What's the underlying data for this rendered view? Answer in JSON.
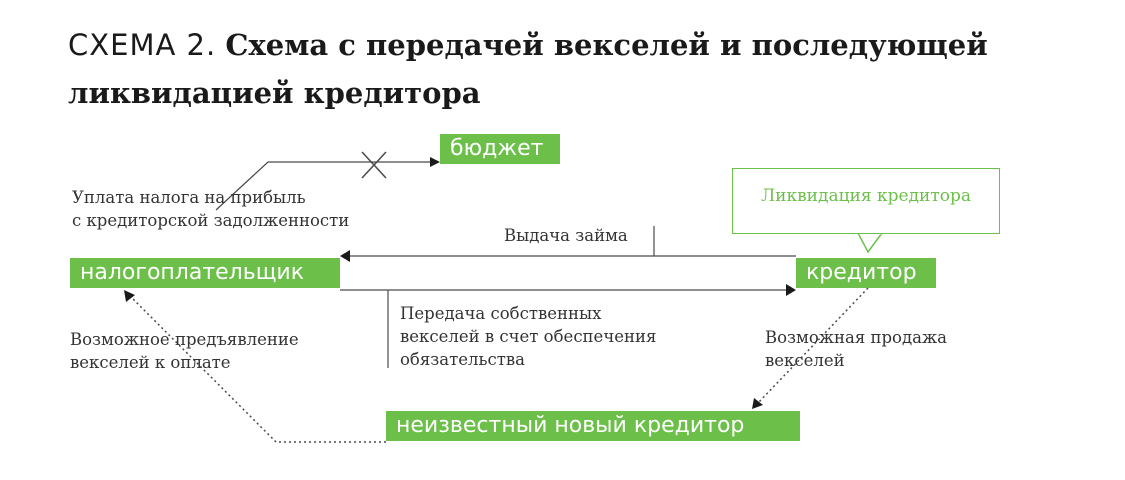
{
  "title": {
    "prefix": "СХЕМА 2.",
    "line1_bold": "Схема с передачей векселей и последующей",
    "line2_bold": "ликвидацией кредитора"
  },
  "nodes": {
    "budget": "бюджет",
    "taxpayer": "налогоплательщик",
    "creditor": "кредитор",
    "new_creditor": "неизвестный новый кредитор"
  },
  "callout": {
    "text": "Ликвидация кредитора"
  },
  "edge_labels": {
    "tax_line1": "Уплата налога на прибыль",
    "tax_line2": "с кредиторской задолженности",
    "loan": "Выдача займа",
    "transfer_line1": "Передача собственных",
    "transfer_line2": "векселей в счет обеспечения",
    "transfer_line3": "обязательства",
    "sale_line1": "Возможная продажа",
    "sale_line2": "векселей",
    "present_line1": "Возможное предъявление",
    "present_line2": "векселей к оплате"
  },
  "colors": {
    "accent_green": "#6cc04a",
    "line": "#4a4a4a",
    "text": "#333333"
  }
}
